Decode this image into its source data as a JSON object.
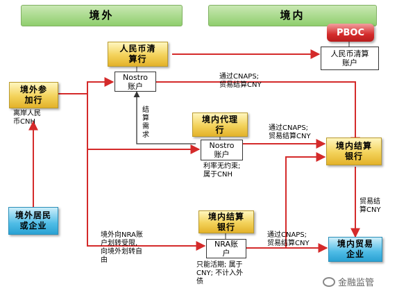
{
  "headers": {
    "overseas": "境外",
    "domestic": "境内"
  },
  "nodes": {
    "pboc": "PBOC",
    "pboc_account": "人民币清算\n账户",
    "clearing_bank": "人民币清\n算行",
    "nostro1": "Nostro\n账户",
    "overseas_participant": "境外参\n加行",
    "agent_bank": "境内代理\n行",
    "nostro2": "Nostro\n账户",
    "settlement_bank_right": "境内结算\n银行",
    "overseas_resident": "境外居民\n或企业",
    "settlement_bank_bottom": "境内结算\n银行",
    "nra_account": "NRA账\n户",
    "trade_enterprise": "境内贸易\n企业"
  },
  "labels": {
    "cnaps_top": "通过CNAPS;\n贸易结算CNY",
    "settle_demand": "结\n算\n需\n求",
    "hold_cnh": "离岸人民\n币CNH",
    "cnaps_mid": "通过CNAPS;\n贸易结算CNY",
    "rate_note": "利率无约束;\n属于CNH",
    "trade_settle": "贸易结\n算CNY",
    "nra_transfer": "境外向NRA账\n户划转受限,\n向境外划转自\n由",
    "cnaps_bottom": "通过CNAPS;\n贸易结算CNY",
    "nra_note": "只能活期; 属于\nCNY; 不计入外\n债"
  },
  "watermark": "金融监管",
  "colors": {
    "arrow": "#d42a2a",
    "line": "#333333"
  }
}
